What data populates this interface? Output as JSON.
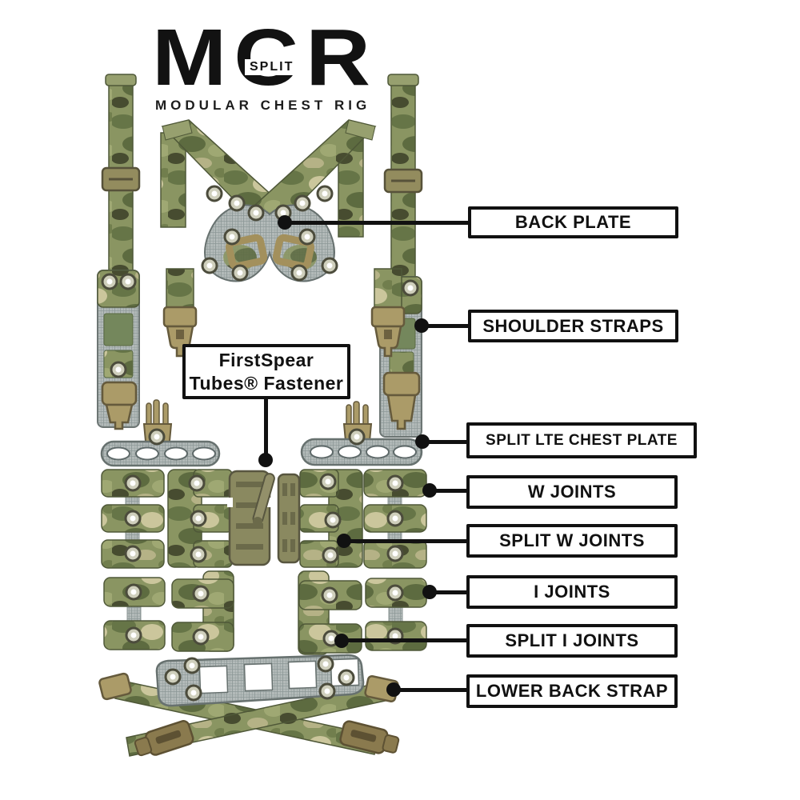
{
  "logo": {
    "title": "MCR",
    "badge": "SPLIT",
    "subtitle": "MODULAR CHEST RIG"
  },
  "callouts": {
    "back_plate": "BACK PLATE",
    "shoulder_straps": "SHOULDER STRAPS",
    "firstspear_line1": "FirstSpear",
    "firstspear_line2": "Tubes® Fastener",
    "split_lte_chest_plate": "SPLIT LTE CHEST PLATE",
    "w_joints": "W JOINTS",
    "split_w_joints": "SPLIT W JOINTS",
    "i_joints": "I JOINTS",
    "split_i_joints": "SPLIT I JOINTS",
    "lower_back_strap": "LOWER BACK STRAP"
  },
  "colors": {
    "label_border": "#111111",
    "connector": "#111111",
    "camo_base": "#8a9562",
    "camo_dark": "#4c5233",
    "camo_light": "#cbc69c",
    "panel_gray": "#b3bab9",
    "buckle_tan": "#ab9b68",
    "fastener_olive": "#8a8960",
    "background": "#ffffff"
  }
}
